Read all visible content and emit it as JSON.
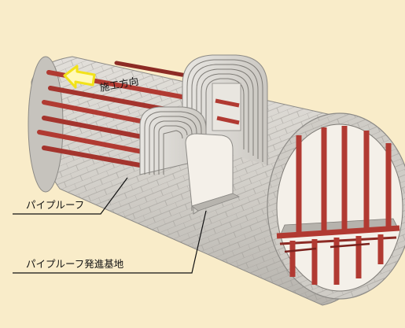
{
  "labels": {
    "direction": "施工方向",
    "pipe_roof": "パイプルーフ",
    "launch_base": "パイプルーフ発進基地"
  },
  "colors": {
    "background": "#f9ecc9",
    "lining": "#cfccc6",
    "lining_edge": "#8c8a86",
    "pipe": "#b13a32",
    "pipe_dark": "#7a211c",
    "arrow": "#f2e21a",
    "interior": "#f4f0e9"
  }
}
